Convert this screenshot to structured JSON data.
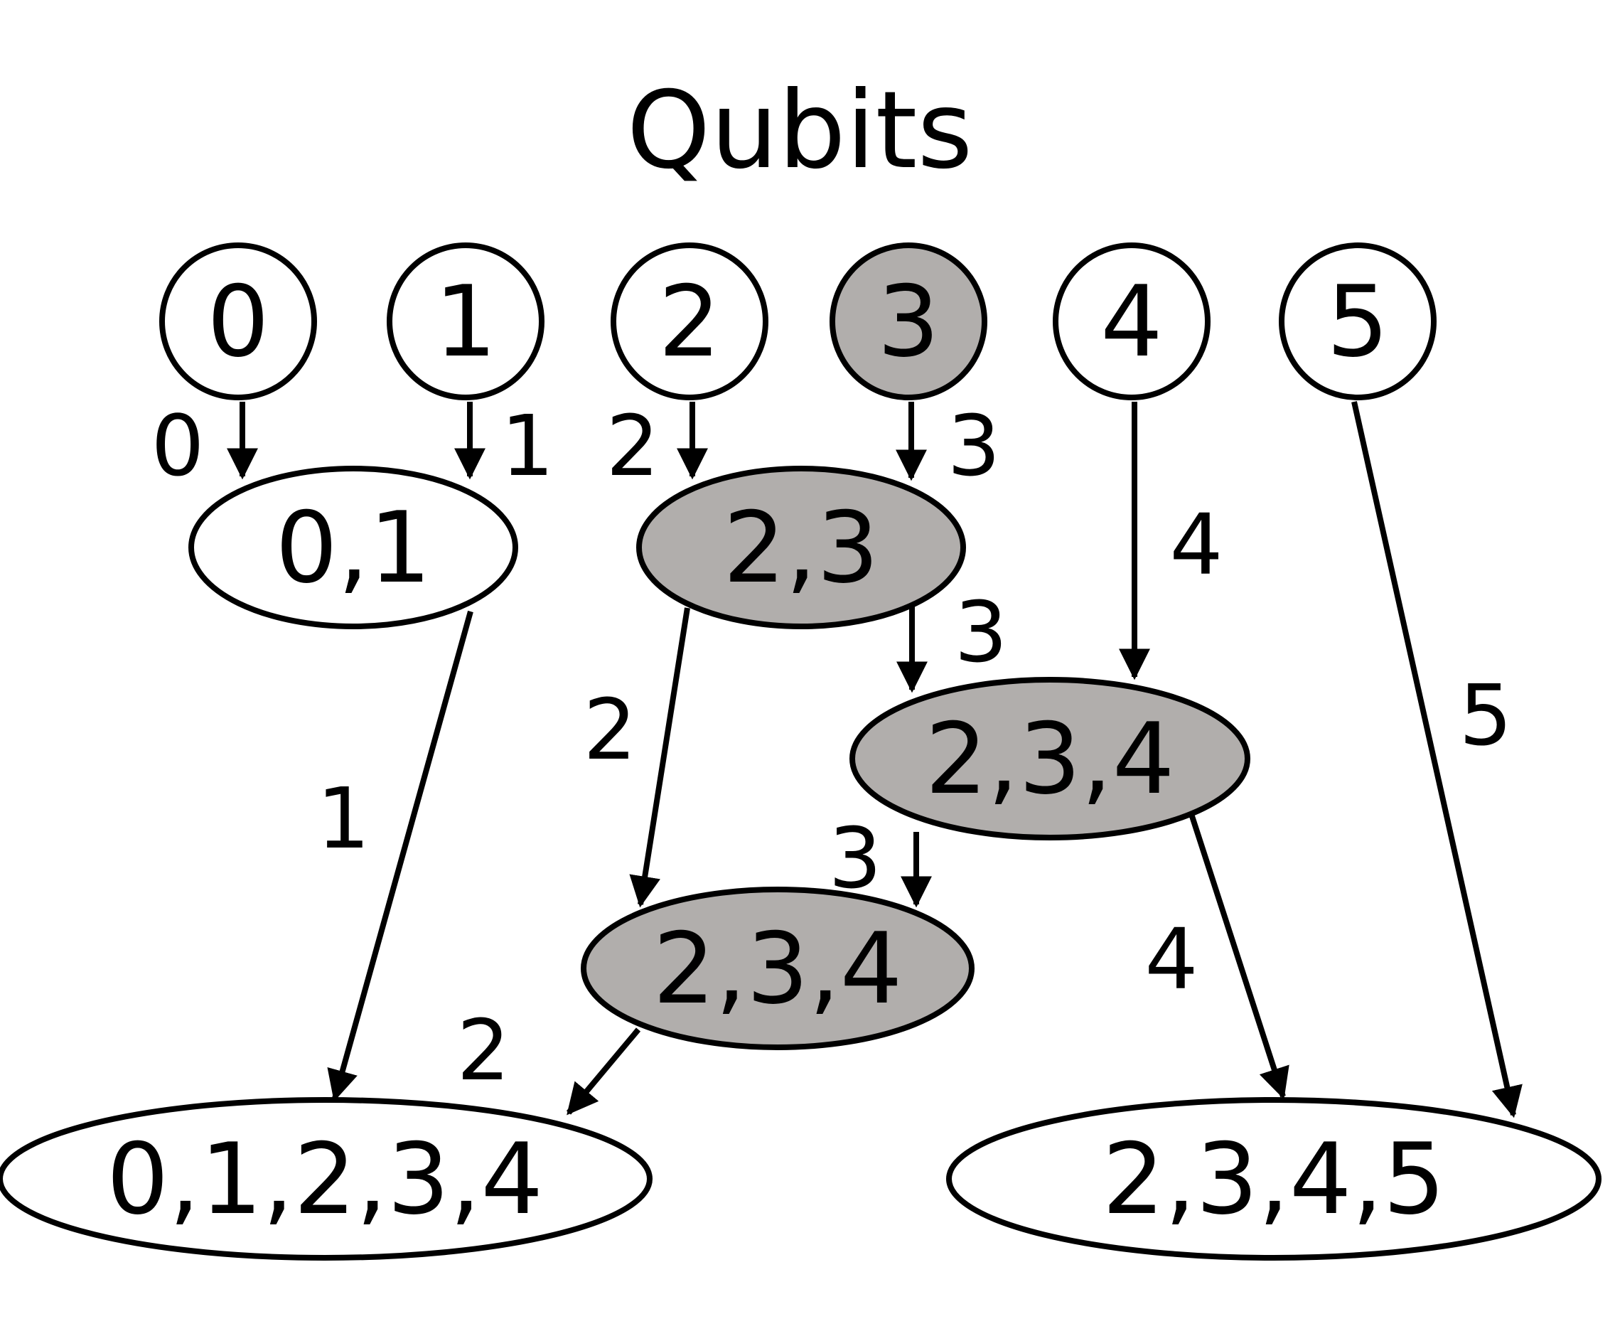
{
  "title": "Qubits",
  "colors": {
    "highlight_fill": "#b1aeac",
    "plain_fill": "#ffffff",
    "stroke": "#000000"
  },
  "nodes": [
    {
      "id": "q0",
      "label": "0",
      "shape": "circle",
      "highlighted": false
    },
    {
      "id": "q1",
      "label": "1",
      "shape": "circle",
      "highlighted": false
    },
    {
      "id": "q2",
      "label": "2",
      "shape": "circle",
      "highlighted": false
    },
    {
      "id": "q3",
      "label": "3",
      "shape": "circle",
      "highlighted": true
    },
    {
      "id": "q4",
      "label": "4",
      "shape": "circle",
      "highlighted": false
    },
    {
      "id": "q5",
      "label": "5",
      "shape": "circle",
      "highlighted": false
    },
    {
      "id": "n01",
      "label": "0,1",
      "shape": "ellipse",
      "highlighted": false
    },
    {
      "id": "n23",
      "label": "2,3",
      "shape": "ellipse",
      "highlighted": true
    },
    {
      "id": "n234a",
      "label": "2,3,4",
      "shape": "ellipse",
      "highlighted": true
    },
    {
      "id": "n234b",
      "label": "2,3,4",
      "shape": "ellipse",
      "highlighted": true
    },
    {
      "id": "n01234",
      "label": "0,1,2,3,4",
      "shape": "ellipse",
      "highlighted": false
    },
    {
      "id": "n2345",
      "label": "2,3,4,5",
      "shape": "ellipse",
      "highlighted": false
    }
  ],
  "edges": [
    {
      "from": "q0",
      "to": "n01",
      "label": "0"
    },
    {
      "from": "q1",
      "to": "n01",
      "label": "1"
    },
    {
      "from": "q2",
      "to": "n23",
      "label": "2"
    },
    {
      "from": "q3",
      "to": "n23",
      "label": "3"
    },
    {
      "from": "q4",
      "to": "n234a",
      "label": "4"
    },
    {
      "from": "q5",
      "to": "n2345",
      "label": "5"
    },
    {
      "from": "n01",
      "to": "n01234",
      "label": "1"
    },
    {
      "from": "n23",
      "to": "n234a",
      "label": "3"
    },
    {
      "from": "n23",
      "to": "n234b",
      "label": "2"
    },
    {
      "from": "n234a",
      "to": "n234b",
      "label": "3"
    },
    {
      "from": "n234a",
      "to": "n2345",
      "label": "4"
    },
    {
      "from": "n234b",
      "to": "n01234",
      "label": "2"
    }
  ]
}
